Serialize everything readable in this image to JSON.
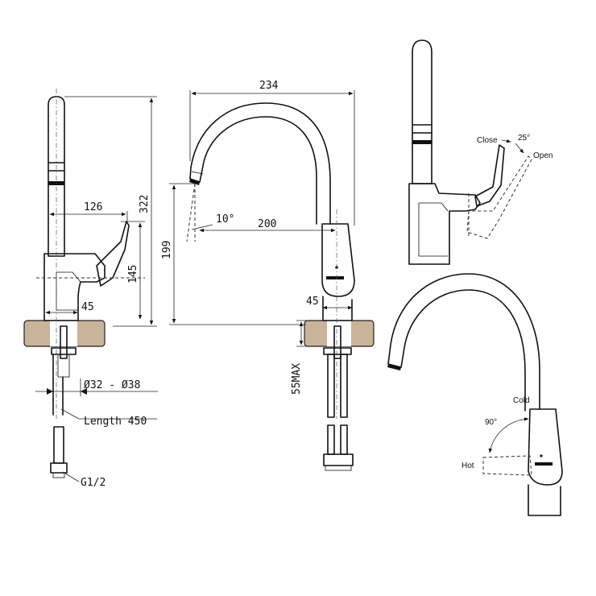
{
  "dimensions": {
    "overall_height": "322",
    "handle_reach": "126",
    "body_height": "145",
    "base_width": "45",
    "spout_width": "234",
    "spout_height": "199",
    "spout_reach": "200",
    "spout_tilt": "10°",
    "base_width_side": "45",
    "counter_max": "55MAX",
    "hole_diameter": "Ø32 - Ø38",
    "hose_length": "Length 450",
    "thread": "G1/2"
  },
  "operation": {
    "close": "Close",
    "open": "Open",
    "tilt_angle": "25°",
    "cold": "Cold",
    "hot": "Hot",
    "rotation_angle": "90°"
  },
  "colors": {
    "line": "#111111",
    "countertop": "#c9b39a",
    "background": "#ffffff"
  }
}
